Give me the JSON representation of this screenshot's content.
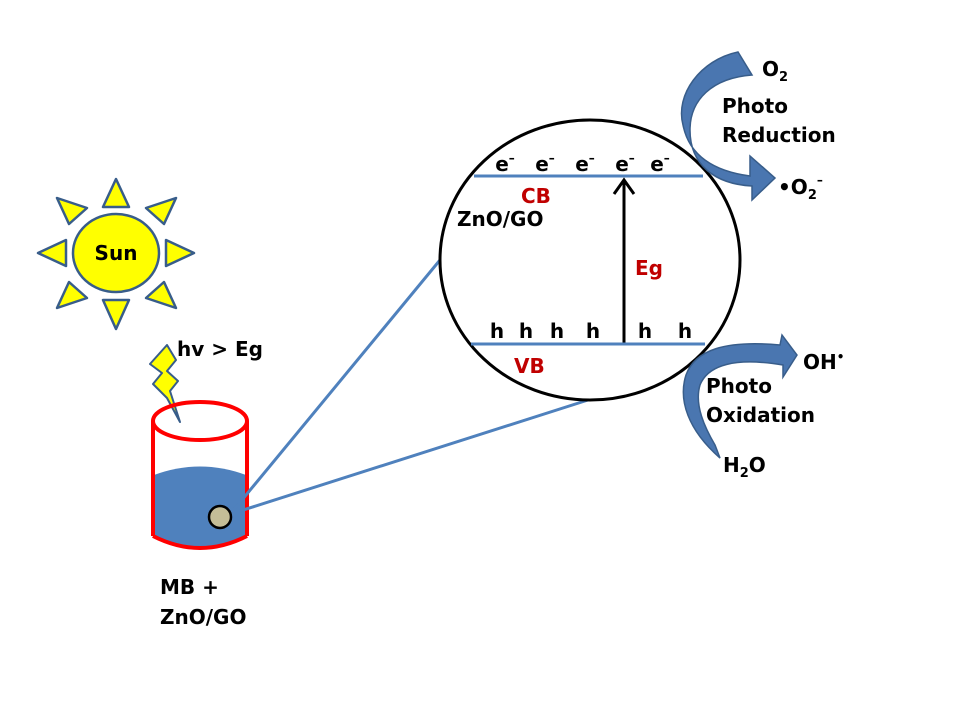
{
  "diagram": {
    "title": "ZnO/GO photocatalysis mechanism",
    "colors": {
      "accent_blue": "#4f81bd",
      "arrow_blue": "#4a76b0",
      "beaker_red": "#ff0000",
      "label_red": "#c00000",
      "sun_yellow": "#ffff00",
      "sun_outline": "#385d8a",
      "particle": "#c4bd97"
    },
    "sun": {
      "label": "Sun"
    },
    "light": {
      "label": "hv > Eg"
    },
    "beaker": {
      "label_line1": "MB +",
      "label_line2": "ZnO/GO"
    },
    "band": {
      "material_label": "ZnO/GO",
      "cb_label": "CB",
      "vb_label": "VB",
      "gap_label": "Eg",
      "electron_symbol": "e",
      "electron_charge": "–",
      "electron_count": 5,
      "hole_symbol": "h",
      "hole_count": 6
    },
    "reduction": {
      "reactant_main": "O",
      "reactant_sub": "2",
      "process_line1": "Photo",
      "process_line2": "Reduction",
      "product_dot": "•",
      "product_main": "O",
      "product_sub": "2",
      "product_sup": "–"
    },
    "oxidation": {
      "reactant_main": "H",
      "reactant_sub": "2",
      "reactant_tail": "O",
      "process_line1": "Photo",
      "process_line2": "Oxidation",
      "product_main": "OH",
      "product_sup": "•"
    }
  }
}
